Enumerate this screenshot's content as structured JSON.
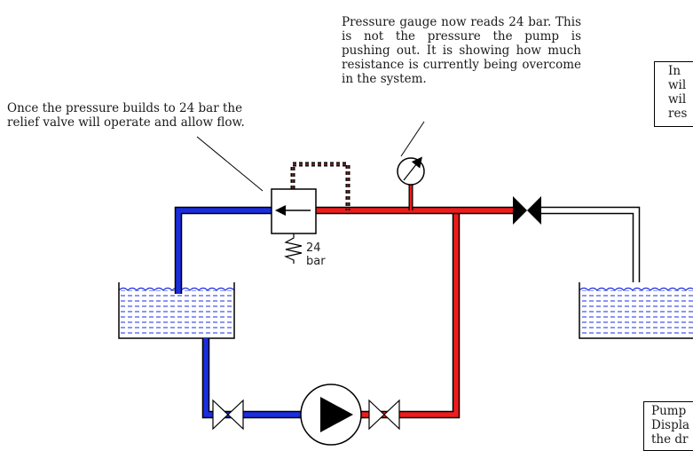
{
  "annotations": {
    "gauge_note": "Pressure gauge now reads 24 bar. This is not the pressure the pump is pushing out. It is showing how much resistance is currently being overcome in the system.",
    "relief_note": "Once the pressure builds to 24 bar the relief valve will operate and allow flow.",
    "right_note_lines": [
      "In",
      "wil",
      "wil",
      "res"
    ],
    "pump_note_lines": [
      "Pump",
      "Displa",
      "the dr"
    ]
  },
  "labels": {
    "spring_value": "24",
    "spring_unit": "bar"
  },
  "colors": {
    "pressure_line": "#ee1c1c",
    "suction_line": "#1a2ee0",
    "return_line_fill": "#ffffff",
    "pilot_line": "#5a2a2a",
    "fluid_wave": "#1a2ee0",
    "outline": "#000000"
  }
}
